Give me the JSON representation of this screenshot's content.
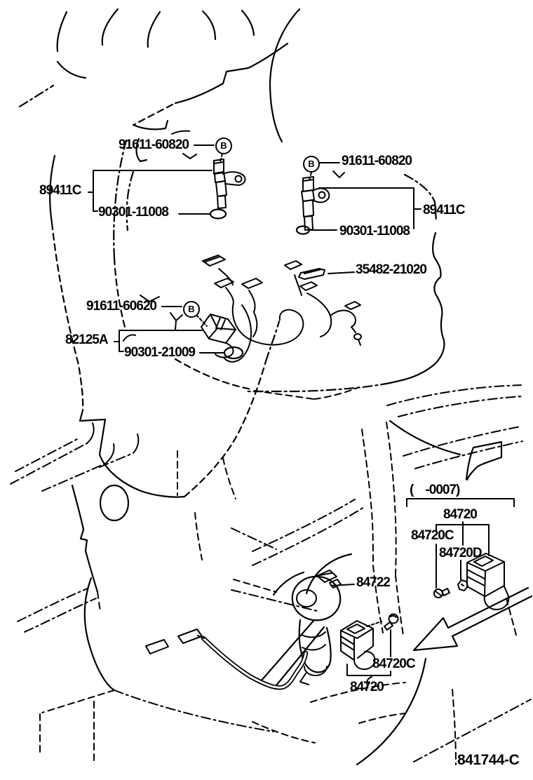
{
  "figure": {
    "code": "841744-C",
    "production_range": "(    -0007)"
  },
  "parts": {
    "sensor_bolt": "91611-60820",
    "sensor_group": "89411C",
    "sensor_oring": "90301-11008",
    "wire_clamp": "35482-21020",
    "speed_sensor_bolt": "91611-60620",
    "speed_sensor_group": "82125A",
    "speed_sensor_oring": "90301-21009",
    "switch": "84720",
    "switch_screw": "84720C",
    "switch_grommet": "84720D",
    "switch_no2": "84722"
  },
  "markers": {
    "bolt": "B"
  },
  "colors": {
    "line": "#000000",
    "background": "#ffffff"
  }
}
